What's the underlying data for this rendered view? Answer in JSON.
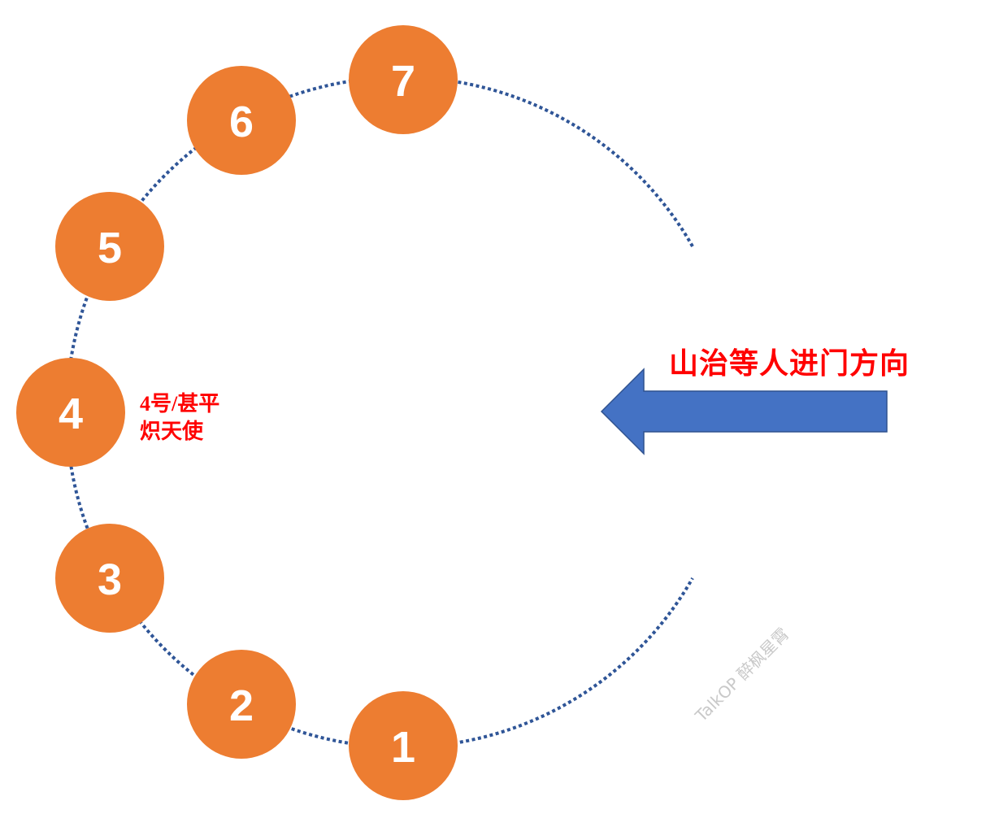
{
  "diagram": {
    "colors": {
      "seat_fill": "#ED7D31",
      "ring_stroke": "#2F5597",
      "arrow_fill": "#4472C4",
      "arrow_stroke": "#2F528F",
      "annotation_text": "#FF0000",
      "watermark_text": "#C9C9C9"
    },
    "seats": [
      {
        "label": "1"
      },
      {
        "label": "2"
      },
      {
        "label": "3"
      },
      {
        "label": "4"
      },
      {
        "label": "5"
      },
      {
        "label": "6"
      },
      {
        "label": "7"
      }
    ],
    "entrance_label": "山治等人进门方向",
    "seat4_note": {
      "line1": "4号/甚平",
      "line2": "炽天使"
    },
    "watermark": "TalkOP 醉枫星霄"
  }
}
